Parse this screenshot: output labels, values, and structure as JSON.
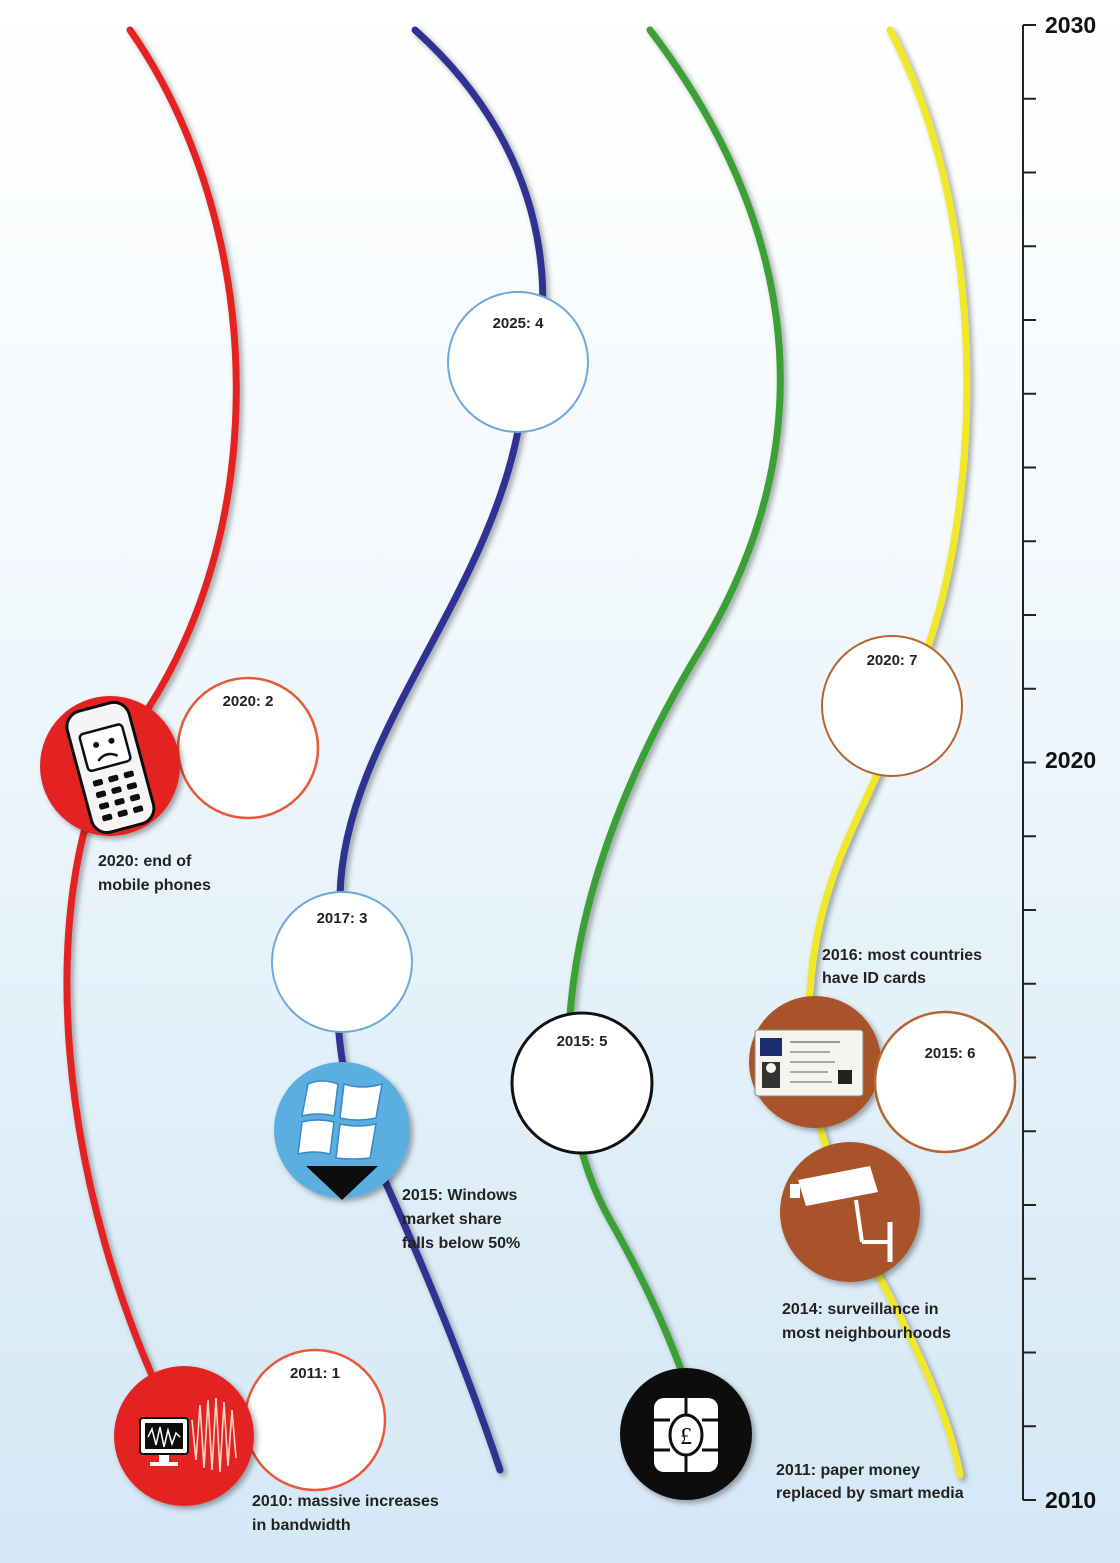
{
  "timeline": {
    "axis_labels": {
      "top": "2030",
      "middle": "2020",
      "bottom": "2010"
    },
    "axis_range": [
      2010,
      2030
    ],
    "strand_colors": {
      "red": "#e52421",
      "blue": "#2e3192",
      "green": "#3ba035",
      "yellow": "#f2e82a"
    }
  },
  "markers": [
    {
      "id": "m1",
      "label": "2011: 1",
      "color": "#e8583a"
    },
    {
      "id": "m2",
      "label": "2020: 2",
      "color": "#e8583a"
    },
    {
      "id": "m3",
      "label": "2017: 3",
      "color": "#6fa8dc"
    },
    {
      "id": "m4",
      "label": "2025: 4",
      "color": "#6fa8dc"
    },
    {
      "id": "m5",
      "label": "2015: 5",
      "color": "#111111"
    },
    {
      "id": "m6",
      "label": "2015: 6",
      "color": "#b5652f"
    },
    {
      "id": "m7",
      "label": "2020: 7",
      "color": "#b5652f"
    }
  ],
  "events": {
    "mobile": {
      "line1": "2020: end of",
      "line2": "mobile phones",
      "icon": "sad-mobile-phone-icon",
      "color": "#e52421"
    },
    "bandwidth": {
      "line1": "2010: massive increases",
      "line2": "in bandwidth",
      "icon": "monitor-signal-icon",
      "color": "#e52421"
    },
    "windows": {
      "line1": "2015: Windows",
      "line2": "market share",
      "line3": "falls below 50%",
      "icon": "windows-logo-down-arrow-icon",
      "color": "#5aaee0"
    },
    "money": {
      "line1": "2011: paper money",
      "line2": "replaced by smart media",
      "icon": "pound-chip-card-icon",
      "color": "#111111"
    },
    "idcards": {
      "line1": "2016: most countries",
      "line2": "have ID cards",
      "icon": "id-card-icon",
      "color": "#a9532a"
    },
    "surveillance": {
      "line1": "2014: surveillance in",
      "line2": "most neighbourhoods",
      "icon": "cctv-camera-icon",
      "color": "#a9532a"
    }
  }
}
